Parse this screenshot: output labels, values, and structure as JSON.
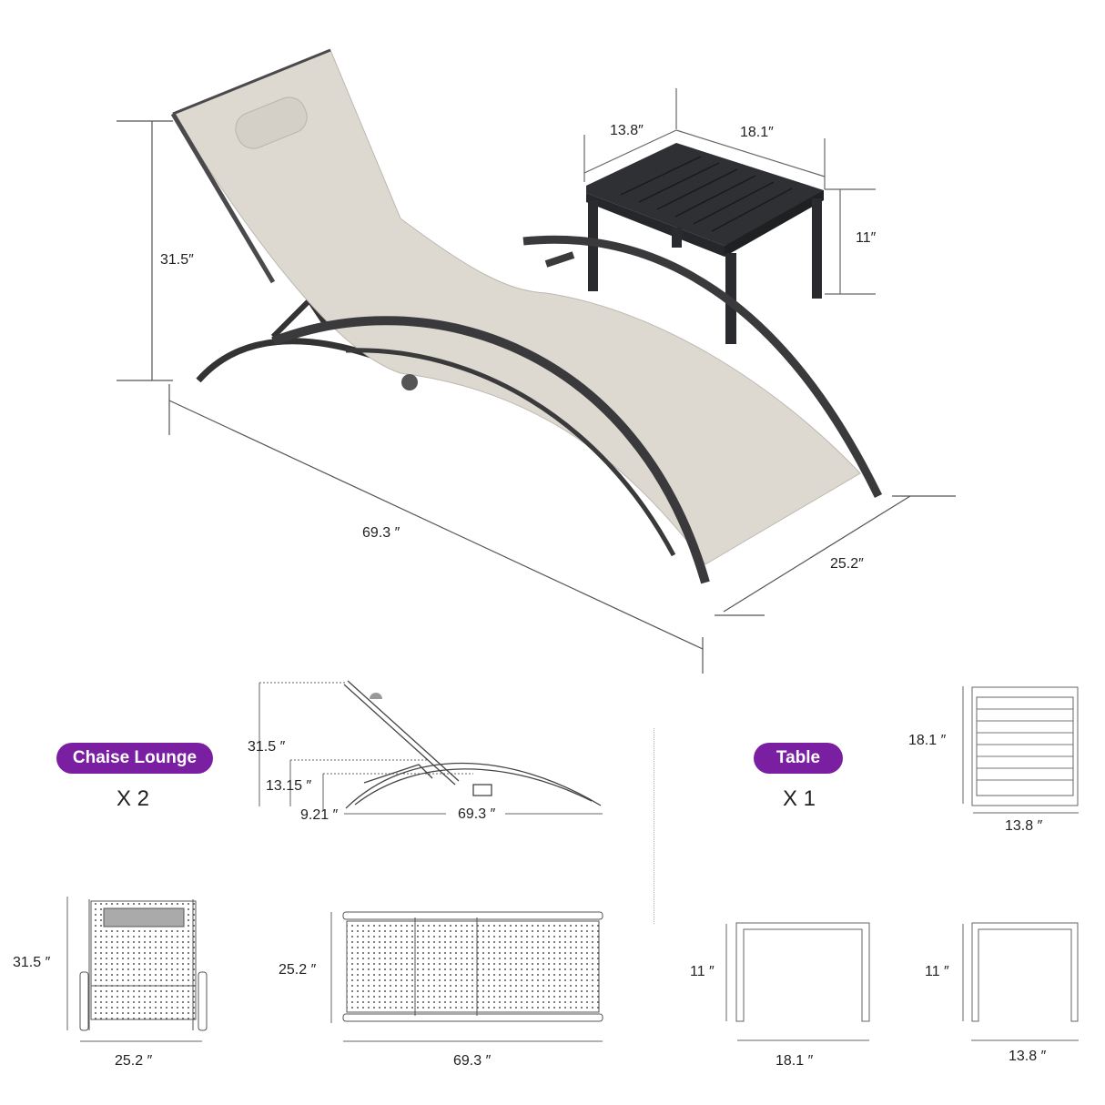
{
  "hero": {
    "lounge_height": "31.5″",
    "lounge_length": "69.3 ″",
    "lounge_width": "25.2″",
    "table_depth": "13.8″",
    "table_width": "18.1″",
    "table_height": "11″"
  },
  "chaise_lounge": {
    "badge": "Chaise Lounge",
    "quantity": "X 2",
    "side_view": {
      "height": "31.5 ″",
      "seat_height_high": "13.15 ″",
      "seat_height_low": "9.21 ″",
      "length": "69.3 ″"
    },
    "front_view": {
      "height": "31.5 ″",
      "width": "25.2 ″"
    },
    "top_view": {
      "width": "25.2 ″",
      "length": "69.3 ″"
    }
  },
  "table": {
    "badge": "Table",
    "quantity": "X 1",
    "top_view": {
      "depth": "18.1 ″",
      "width": "13.8 ″"
    },
    "front_view": {
      "height": "11 ″",
      "width": "18.1 ″"
    },
    "side_view": {
      "height": "11 ″",
      "width": "13.8 ″"
    }
  },
  "colors": {
    "badge": "#7a1fa2",
    "fabric": "#ddd8d0",
    "frame": "#3a3a3c",
    "table": "#2f3033"
  }
}
